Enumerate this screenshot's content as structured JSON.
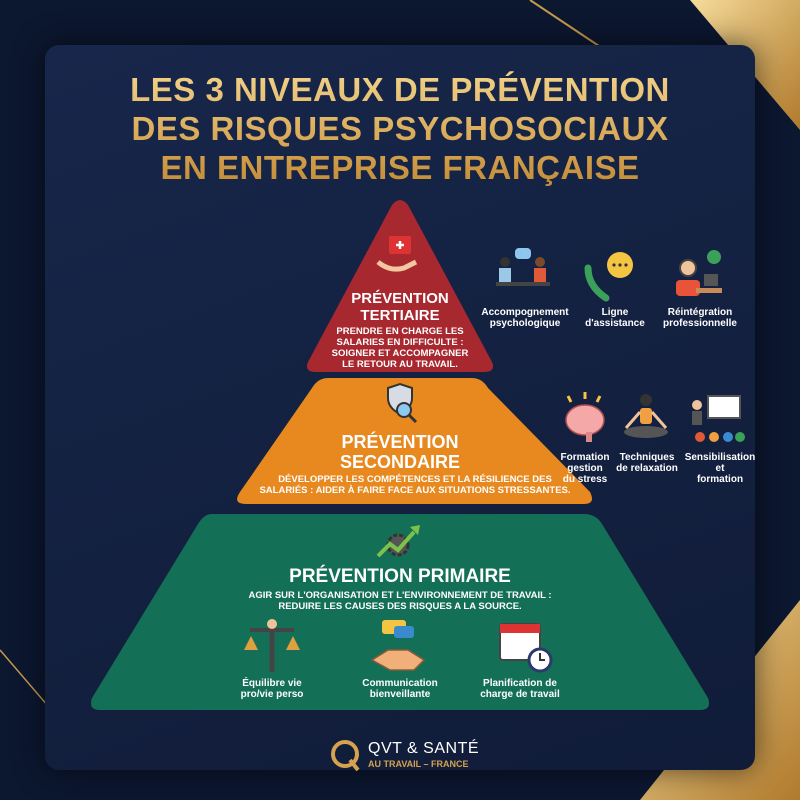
{
  "title": [
    "LES 3 NIVEAUX DE PRÉVENTION",
    "DES RISQUES PSYCHOSOCIAUX",
    "EN ENTREPRISE FRANÇAISE"
  ],
  "colors": {
    "tertiary": "#a8282f",
    "secondary": "#e8891f",
    "primary": "#137056",
    "gold": "#d6a24f",
    "background": "#13203d"
  },
  "tertiary": {
    "title": [
      "PRÉVENTION",
      "TERTIAIRE"
    ],
    "desc": [
      "PRENDRE EN CHARGE LES",
      "SALARIES EN DIFFICULTE :",
      "SOIGNER ET ACCOMPAGNER",
      "LE RETOUR AU TRAVAIL."
    ],
    "icon": "medical-kit-hand-icon",
    "items": [
      {
        "label": [
          "Accompognement",
          "psychologique"
        ],
        "icon": "counseling-icon"
      },
      {
        "label": [
          "Ligne",
          "d'assistance"
        ],
        "icon": "phone-chat-icon"
      },
      {
        "label": [
          "Réintégration",
          "professionnelle"
        ],
        "icon": "worker-desk-check-icon"
      }
    ]
  },
  "secondary": {
    "title": [
      "PRÉVENTION",
      "SECONDAIRE"
    ],
    "desc": [
      "DÉVELOPPER LES COMPÉTENCES ET LA RÉSILIENCE DES",
      "SALARIÉS : AIDER À FAIRE FACE AUX SITUATIONS STRESSANTES."
    ],
    "icon": "shield-magnifier-icon",
    "items": [
      {
        "label": [
          "Formation",
          "gestion",
          "du stress"
        ],
        "icon": "brain-icon"
      },
      {
        "label": [
          "Techniques",
          "de relaxation"
        ],
        "icon": "meditation-icon"
      },
      {
        "label": [
          "Sensibilisation",
          "et",
          "formation"
        ],
        "icon": "presentation-icon"
      }
    ]
  },
  "primary": {
    "title": "PRÉVENTION PRIMAIRE",
    "desc": [
      "AGIR SUR L'ORGANISATION ET L'ENVIRONNEMENT DE TRAVAIL :",
      "REDUIRE LES CAUSES DES RISQUES A LA SOURCE."
    ],
    "icon": "gear-arrow-up-icon",
    "items": [
      {
        "label": [
          "Équilibre vie",
          "pro/vie perso"
        ],
        "icon": "balance-scale-icon"
      },
      {
        "label": [
          "Communication",
          "bienveillante"
        ],
        "icon": "handshake-icon"
      },
      {
        "label": [
          "Planification de",
          "charge de travail"
        ],
        "icon": "calendar-clock-icon"
      }
    ]
  },
  "footer": {
    "brand": "QVT & SANTÉ",
    "sub": "AU TRAVAIL – FRANCE",
    "logo": "q-logo-icon"
  }
}
